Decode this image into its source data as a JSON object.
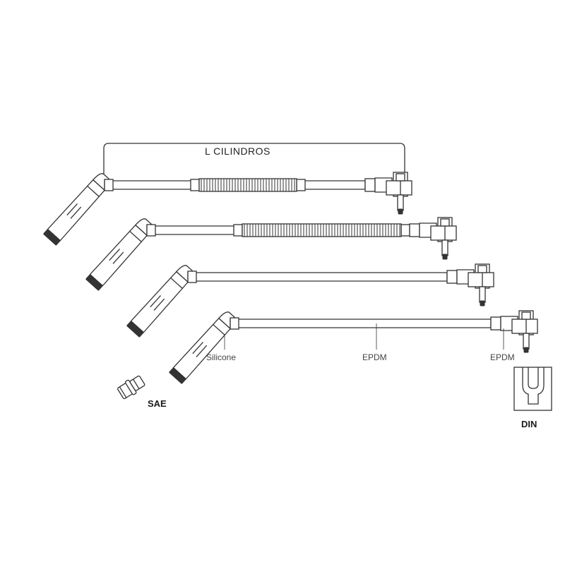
{
  "bracket_label": "L  CILINDROS",
  "labels": {
    "silicone": "Silicone",
    "epdm_cable": "EPDM",
    "epdm_boot": "EPDM",
    "sae": "SAE",
    "din": "DIN"
  },
  "cables": [
    {
      "name": "cable-1",
      "corrugated": true
    },
    {
      "name": "cable-2",
      "corrugated": true
    },
    {
      "name": "cable-3",
      "corrugated": false
    },
    {
      "name": "cable-4",
      "corrugated": false
    }
  ],
  "colors": {
    "line": "#333333",
    "background": "#ffffff"
  }
}
